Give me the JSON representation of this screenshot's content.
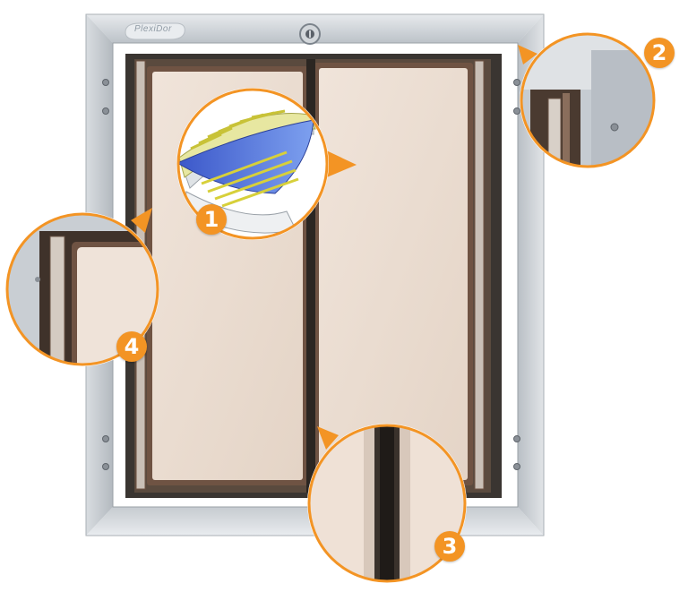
{
  "brand": {
    "logo_text": "PlexiDor"
  },
  "callouts": [
    {
      "number": "1",
      "subject": "flap-material-layers"
    },
    {
      "number": "2",
      "subject": "frame-corner"
    },
    {
      "number": "3",
      "subject": "center-seal"
    },
    {
      "number": "4",
      "subject": "flap-edge"
    }
  ],
  "colors": {
    "accent": "#f39424",
    "frame": "#c9ced3",
    "flap": "#eadcd0",
    "flap_border": "#7a5a46",
    "dark_gap": "#2b2622"
  },
  "icons": [
    "key-lock-icon",
    "screw-icon"
  ]
}
